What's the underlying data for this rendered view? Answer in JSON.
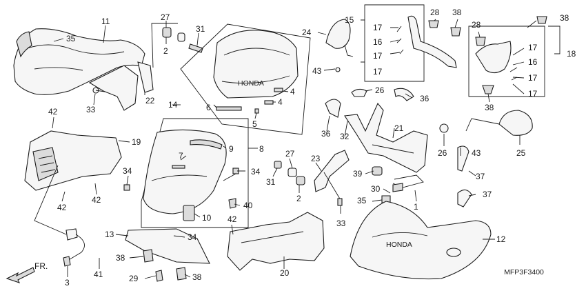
{
  "diagram_code": "MFP3F3400",
  "direction_label": "FR.",
  "brand_mark": "HONDA",
  "callouts": [
    {
      "id": "c11",
      "label": "11"
    },
    {
      "id": "c35a",
      "label": "35"
    },
    {
      "id": "c27a",
      "label": "27"
    },
    {
      "id": "c31a",
      "label": "31"
    },
    {
      "id": "c2a",
      "label": "2"
    },
    {
      "id": "c22",
      "label": "22"
    },
    {
      "id": "c33a",
      "label": "33"
    },
    {
      "id": "c14",
      "label": "14"
    },
    {
      "id": "c4a",
      "label": "4"
    },
    {
      "id": "c4b",
      "label": "4"
    },
    {
      "id": "c6",
      "label": "6"
    },
    {
      "id": "c5",
      "label": "5"
    },
    {
      "id": "c24",
      "label": "24"
    },
    {
      "id": "c15",
      "label": "15"
    },
    {
      "id": "c17a",
      "label": "17"
    },
    {
      "id": "c16a",
      "label": "16"
    },
    {
      "id": "c17b",
      "label": "17"
    },
    {
      "id": "c17c",
      "label": "17"
    },
    {
      "id": "c28a",
      "label": "28"
    },
    {
      "id": "c38a",
      "label": "38"
    },
    {
      "id": "c38b",
      "label": "38"
    },
    {
      "id": "c28b",
      "label": "28"
    },
    {
      "id": "c17d",
      "label": "17"
    },
    {
      "id": "c16b",
      "label": "16"
    },
    {
      "id": "c17e",
      "label": "17"
    },
    {
      "id": "c17f",
      "label": "17"
    },
    {
      "id": "c18",
      "label": "18"
    },
    {
      "id": "c38c",
      "label": "38"
    },
    {
      "id": "c43a",
      "label": "43"
    },
    {
      "id": "c26a",
      "label": "26"
    },
    {
      "id": "c36a",
      "label": "36"
    },
    {
      "id": "c36b",
      "label": "36"
    },
    {
      "id": "c32",
      "label": "32"
    },
    {
      "id": "c21",
      "label": "21"
    },
    {
      "id": "c26b",
      "label": "26"
    },
    {
      "id": "c43b",
      "label": "43"
    },
    {
      "id": "c25",
      "label": "25"
    },
    {
      "id": "c42a",
      "label": "42"
    },
    {
      "id": "c19",
      "label": "19"
    },
    {
      "id": "c8",
      "label": "8"
    },
    {
      "id": "c9",
      "label": "9"
    },
    {
      "id": "c7",
      "label": "7"
    },
    {
      "id": "c34a",
      "label": "34"
    },
    {
      "id": "c34b",
      "label": "34"
    },
    {
      "id": "c42b",
      "label": "42"
    },
    {
      "id": "c42c",
      "label": "42"
    },
    {
      "id": "c27b",
      "label": "27"
    },
    {
      "id": "c31b",
      "label": "31"
    },
    {
      "id": "c2b",
      "label": "2"
    },
    {
      "id": "c23",
      "label": "23"
    },
    {
      "id": "c39",
      "label": "39"
    },
    {
      "id": "c30",
      "label": "30"
    },
    {
      "id": "c35b",
      "label": "35"
    },
    {
      "id": "c1",
      "label": "1"
    },
    {
      "id": "c37a",
      "label": "37"
    },
    {
      "id": "c37b",
      "label": "37"
    },
    {
      "id": "c40",
      "label": "40"
    },
    {
      "id": "c10",
      "label": "10"
    },
    {
      "id": "c33b",
      "label": "33"
    },
    {
      "id": "c42d",
      "label": "42"
    },
    {
      "id": "c13",
      "label": "13"
    },
    {
      "id": "c34c",
      "label": "34"
    },
    {
      "id": "c12",
      "label": "12"
    },
    {
      "id": "c38d",
      "label": "38"
    },
    {
      "id": "c29",
      "label": "29"
    },
    {
      "id": "c38e",
      "label": "38"
    },
    {
      "id": "c20",
      "label": "20"
    },
    {
      "id": "c3",
      "label": "3"
    },
    {
      "id": "c41",
      "label": "41"
    }
  ]
}
